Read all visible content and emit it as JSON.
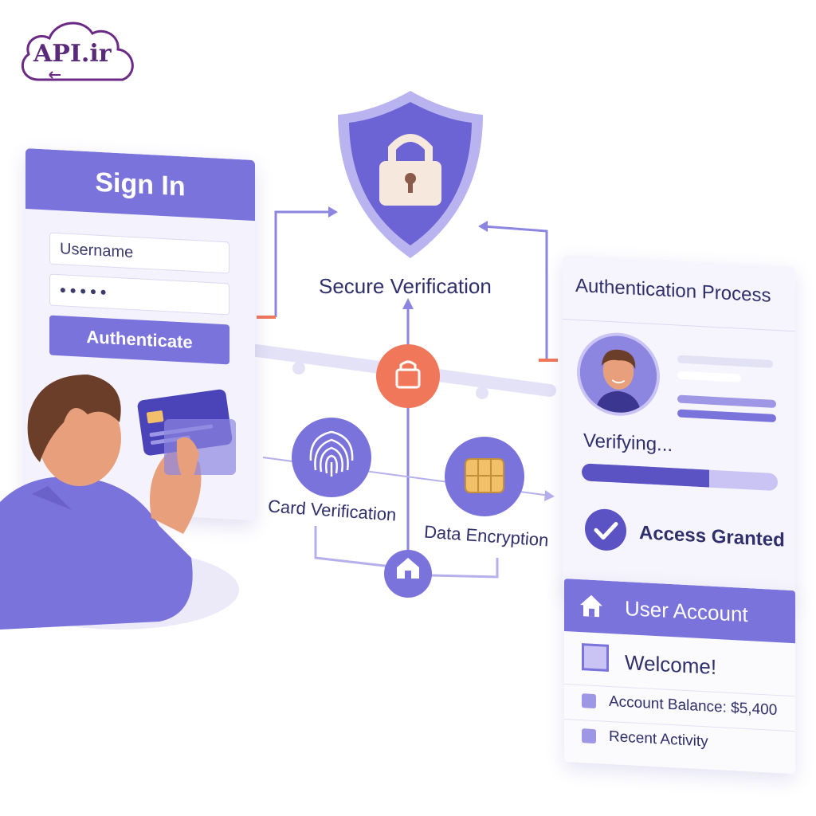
{
  "logo": {
    "text": "API.ir"
  },
  "center": {
    "secure_label": "Secure Verification",
    "card_verification_label": "Card Verification",
    "data_encryption_label": "Data Encryption"
  },
  "signin": {
    "title": "Sign In",
    "username_placeholder": "Username",
    "password_mask": "•••••",
    "button_label": "Authenticate"
  },
  "auth_process": {
    "title": "Authentication Process",
    "status_text": "Verifying...",
    "progress": 0.65,
    "result_text": "Access Granted"
  },
  "account": {
    "title": "User Account",
    "welcome": "Welcome!",
    "balance_text": "Account Balance: $5,400",
    "activity_text": "Recent Activity"
  },
  "colors": {
    "primary": "#7b73dc",
    "primary_dark": "#5b52c4",
    "accent": "#f0775a",
    "text": "#2f2f6b"
  }
}
